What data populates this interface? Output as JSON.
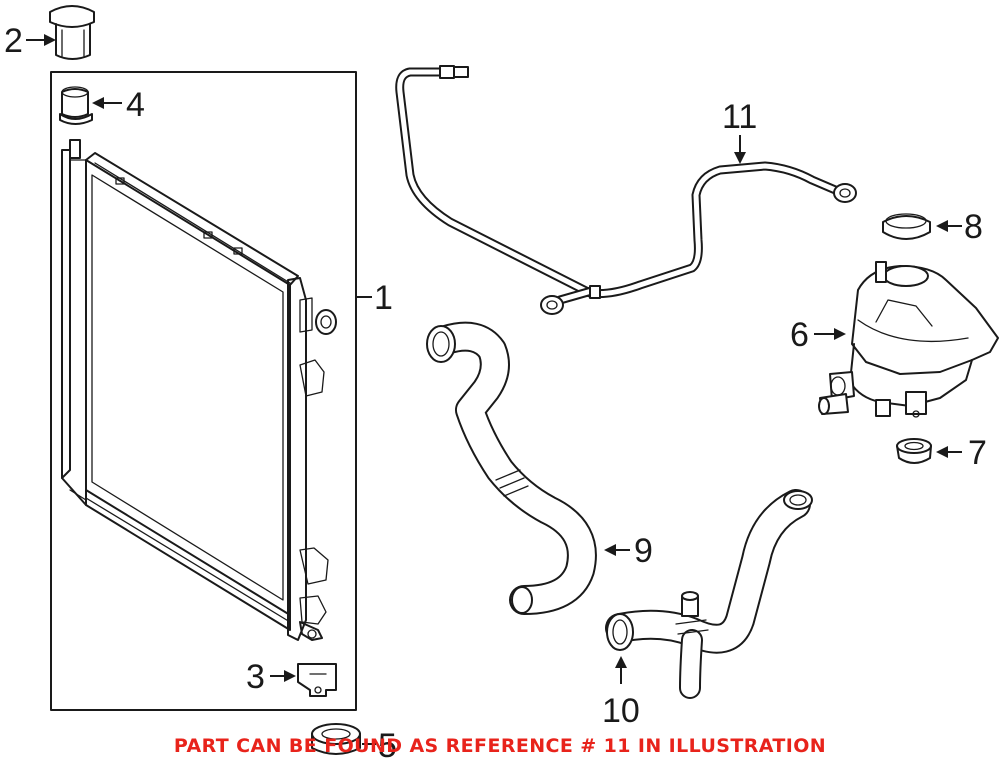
{
  "callouts": {
    "c1": "1",
    "c2": "2",
    "c3": "3",
    "c4": "4",
    "c5": "5",
    "c6": "6",
    "c7": "7",
    "c8": "8",
    "c9": "9",
    "c10": "10",
    "c11": "11"
  },
  "note": "PART CAN BE FOUND AS REFERENCE # 11 IN ILLUSTRATION",
  "colors": {
    "line": "#1a1a1a",
    "note": "#e8231b",
    "background": "#ffffff"
  }
}
